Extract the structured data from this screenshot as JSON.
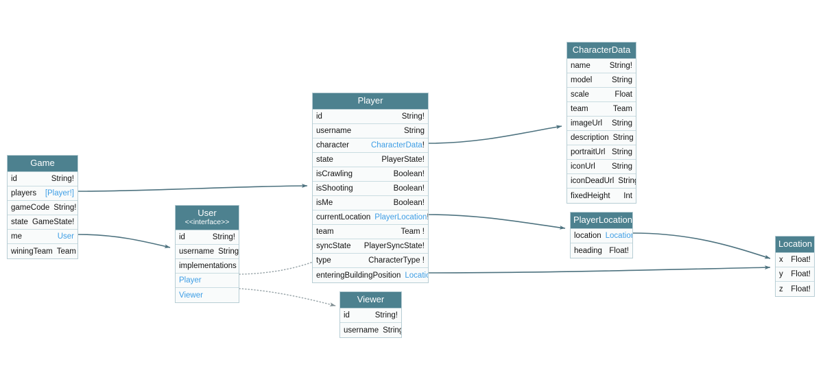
{
  "diagram": {
    "type": "graphql-schema-erd",
    "title": "",
    "accent_header_color": "#4d818f",
    "link_text_color": "#3e9ee5",
    "row_background": "#f9fbfb",
    "border_color": "#b7cdd4",
    "edge_color": "#4d727f",
    "dotted_edge_color": "#9aa6aa"
  },
  "entities": {
    "game": {
      "name": "Game",
      "fields": [
        {
          "name": "id",
          "type": "String!",
          "link": false
        },
        {
          "name": "players",
          "type": "[Player!]",
          "link": true
        },
        {
          "name": "gameCode",
          "type": "String!",
          "link": false
        },
        {
          "name": "state",
          "type": "GameState!",
          "link": false
        },
        {
          "name": "me",
          "type": "User",
          "link": true
        },
        {
          "name": "winingTeam",
          "type": "Team",
          "link": false
        }
      ]
    },
    "user": {
      "name": "User",
      "stereotype": "<<interface>>",
      "fields": [
        {
          "name": "id",
          "type": "String!",
          "link": false
        },
        {
          "name": "username",
          "type": "String",
          "link": false
        }
      ],
      "implementations_label": "implementations",
      "implementations": [
        {
          "name": "Player"
        },
        {
          "name": "Viewer"
        }
      ]
    },
    "player": {
      "name": "Player",
      "fields": [
        {
          "name": "id",
          "type": "String!",
          "link": false
        },
        {
          "name": "username",
          "type": "String",
          "link": false
        },
        {
          "name": "character",
          "type": "CharacterData",
          "bang": "!",
          "link": true
        },
        {
          "name": "state",
          "type": "PlayerState!",
          "link": false
        },
        {
          "name": "isCrawling",
          "type": "Boolean!",
          "link": false
        },
        {
          "name": "isShooting",
          "type": "Boolean!",
          "link": false
        },
        {
          "name": "isMe",
          "type": "Boolean!",
          "link": false
        },
        {
          "name": "currentLocation",
          "type": "PlayerLocation",
          "bang": "!",
          "link": true
        },
        {
          "name": "team",
          "type": "Team !",
          "link": false
        },
        {
          "name": "syncState",
          "type": "PlayerSyncState!",
          "link": false
        },
        {
          "name": "type",
          "type": "CharacterType !",
          "link": false
        },
        {
          "name": "enteringBuildingPosition",
          "type": "Location",
          "link": true
        }
      ]
    },
    "viewer": {
      "name": "Viewer",
      "fields": [
        {
          "name": "id",
          "type": "String!",
          "link": false
        },
        {
          "name": "username",
          "type": "String",
          "link": false
        }
      ]
    },
    "characterdata": {
      "name": "CharacterData",
      "fields": [
        {
          "name": "name",
          "type": "String!",
          "link": false
        },
        {
          "name": "model",
          "type": "String",
          "link": false
        },
        {
          "name": "scale",
          "type": "Float",
          "link": false
        },
        {
          "name": "team",
          "type": "Team",
          "link": false
        },
        {
          "name": "imageUrl",
          "type": "String",
          "link": false
        },
        {
          "name": "description",
          "type": "String",
          "link": false
        },
        {
          "name": "portraitUrl",
          "type": "String",
          "link": false
        },
        {
          "name": "iconUrl",
          "type": "String",
          "link": false
        },
        {
          "name": "iconDeadUrl",
          "type": "String",
          "link": false
        },
        {
          "name": "fixedHeight",
          "type": "Int",
          "link": false
        }
      ]
    },
    "playerlocation": {
      "name": "PlayerLocation",
      "fields": [
        {
          "name": "location",
          "type": "Location",
          "bang": "!",
          "link": true
        },
        {
          "name": "heading",
          "type": "Float!",
          "link": false
        }
      ]
    },
    "location": {
      "name": "Location",
      "fields": [
        {
          "name": "x",
          "type": "Float!",
          "link": false
        },
        {
          "name": "y",
          "type": "Float!",
          "link": false
        },
        {
          "name": "z",
          "type": "Float!",
          "link": false
        }
      ]
    }
  },
  "relationships": [
    {
      "from": "game.players",
      "to": "player",
      "style": "solid"
    },
    {
      "from": "game.me",
      "to": "user",
      "style": "solid"
    },
    {
      "from": "player.character",
      "to": "characterdata",
      "style": "solid"
    },
    {
      "from": "player.currentLocation",
      "to": "playerlocation",
      "style": "solid"
    },
    {
      "from": "player.enteringBuildingPosition",
      "to": "location",
      "style": "solid"
    },
    {
      "from": "playerlocation.location",
      "to": "location",
      "style": "solid"
    },
    {
      "from": "user.Player",
      "to": "player",
      "style": "dotted"
    },
    {
      "from": "user.Viewer",
      "to": "viewer",
      "style": "dotted"
    }
  ]
}
